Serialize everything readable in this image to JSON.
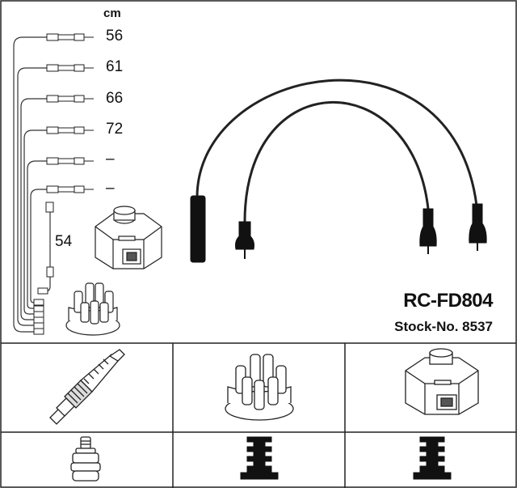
{
  "product": {
    "code": "RC-FD804",
    "stock_label": "Stock-No. 8537"
  },
  "lengths": {
    "unit": "cm",
    "wires": [
      "56",
      "61",
      "66",
      "72",
      "–",
      "–"
    ],
    "coil_lead": "54"
  },
  "components_table": {
    "top_row": [
      "spark-plug",
      "distributor-cap",
      "ignition-coil"
    ],
    "bottom_row": [
      "plug-terminal-nut",
      "cap-terminal-connector",
      "coil-terminal-connector"
    ]
  }
}
